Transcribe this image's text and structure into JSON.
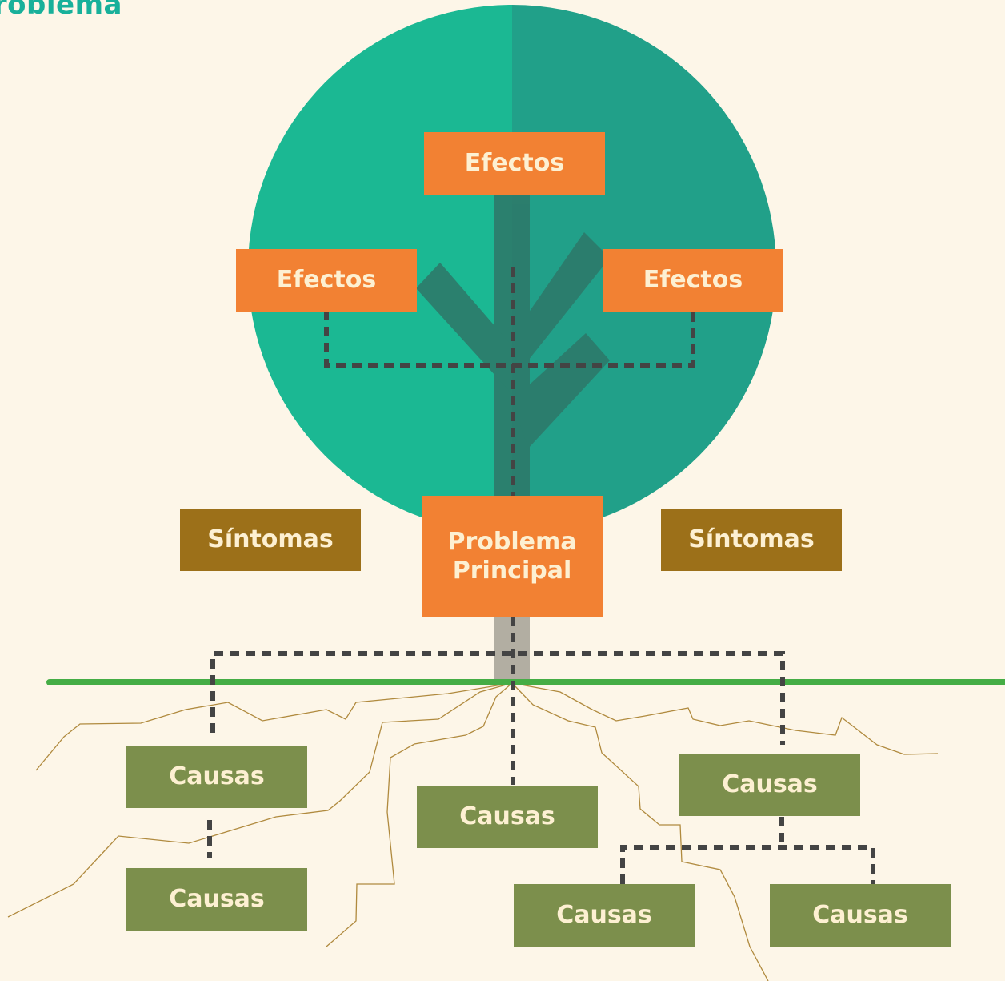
{
  "title": "l Problema",
  "colors": {
    "background": "#fdf6e8",
    "canopy_light": "#1bb893",
    "canopy_dark": "#21a089",
    "branches": "#2d7a6a",
    "effect_box": "#f28133",
    "symptom_box": "#9c7019",
    "cause_box": "#7c8f4c",
    "ground_line": "#45ad45",
    "connector": "#444444",
    "roots": "#b08a3e",
    "trunk_base": "#b2aea2"
  },
  "effects": [
    {
      "label": "Efectos"
    },
    {
      "label": "Efectos"
    },
    {
      "label": "Efectos"
    }
  ],
  "symptoms": [
    {
      "label": "Síntomas"
    },
    {
      "label": "Síntomas"
    }
  ],
  "problem": {
    "line1": "Problema",
    "line2": "Principal"
  },
  "causes": [
    {
      "label": "Causas"
    },
    {
      "label": "Causas"
    },
    {
      "label": "Causas"
    },
    {
      "label": "Causas"
    },
    {
      "label": "Causas"
    },
    {
      "label": "Causas"
    }
  ]
}
